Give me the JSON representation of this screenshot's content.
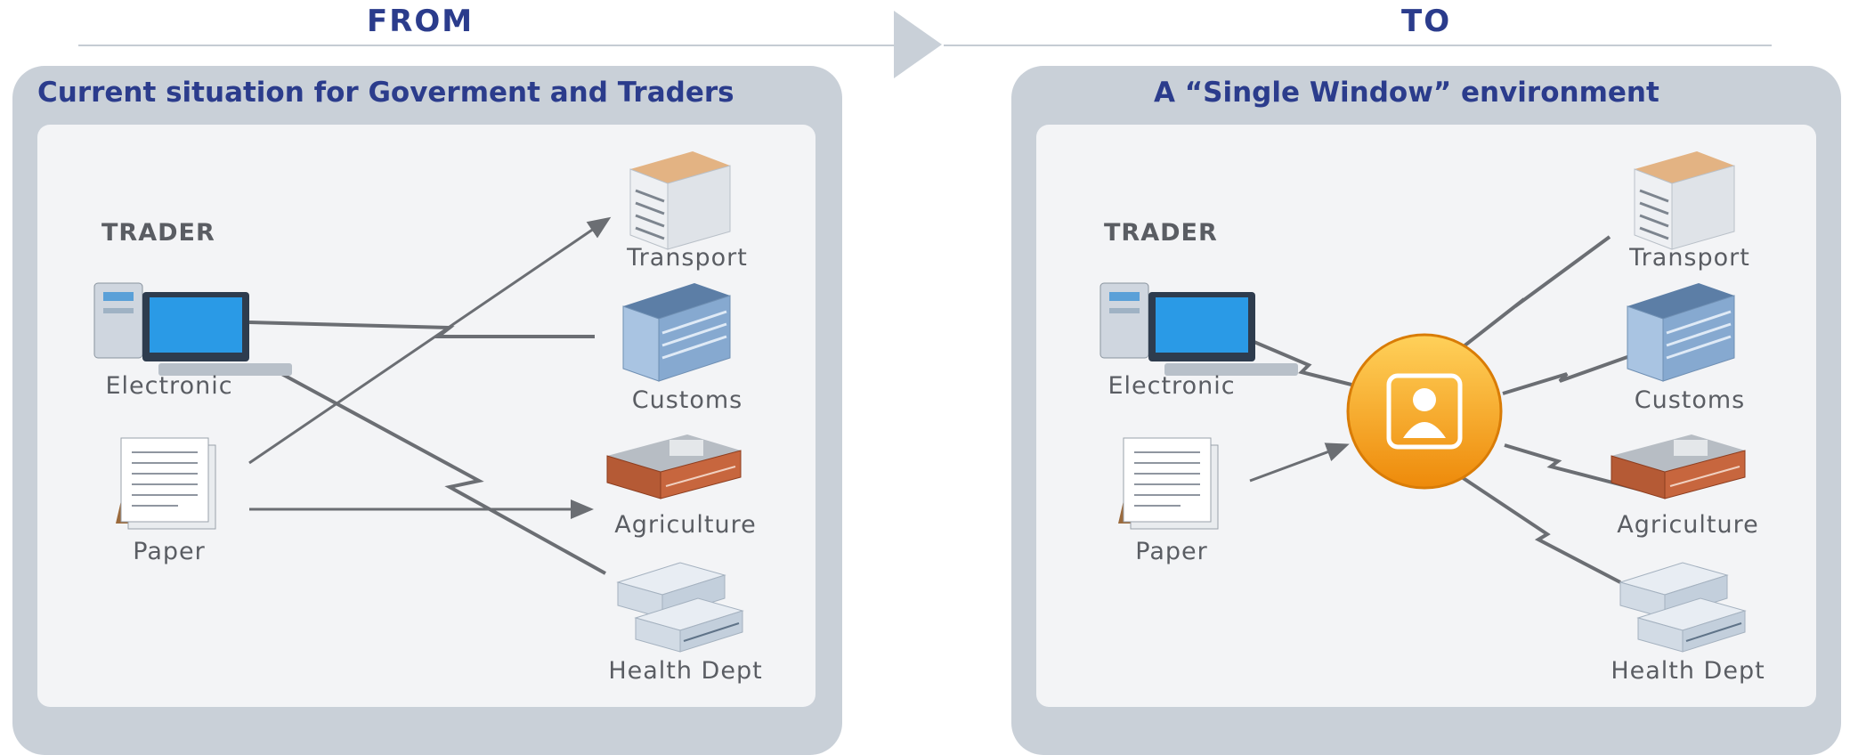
{
  "header": {
    "from": "FROM",
    "to": "TO"
  },
  "left_panel": {
    "title": "Current situation for Goverment and Traders",
    "trader": "TRADER",
    "sources": [
      "Electronic",
      "Paper"
    ],
    "agencies": [
      "Transport",
      "Customs",
      "Agriculture",
      "Health Dept"
    ]
  },
  "right_panel": {
    "title": "A “Single Window” environment",
    "trader": "TRADER",
    "sources": [
      "Electronic",
      "Paper"
    ],
    "agencies": [
      "Transport",
      "Customs",
      "Agriculture",
      "Health Dept"
    ],
    "hub_icon": "single-window-user-icon"
  },
  "colors": {
    "heading": "#2b3c8c",
    "panel_frame": "#c9d0d8",
    "panel_bg": "#f3f4f6",
    "connector": "#6b6e73",
    "hub": "#f3a21a"
  }
}
